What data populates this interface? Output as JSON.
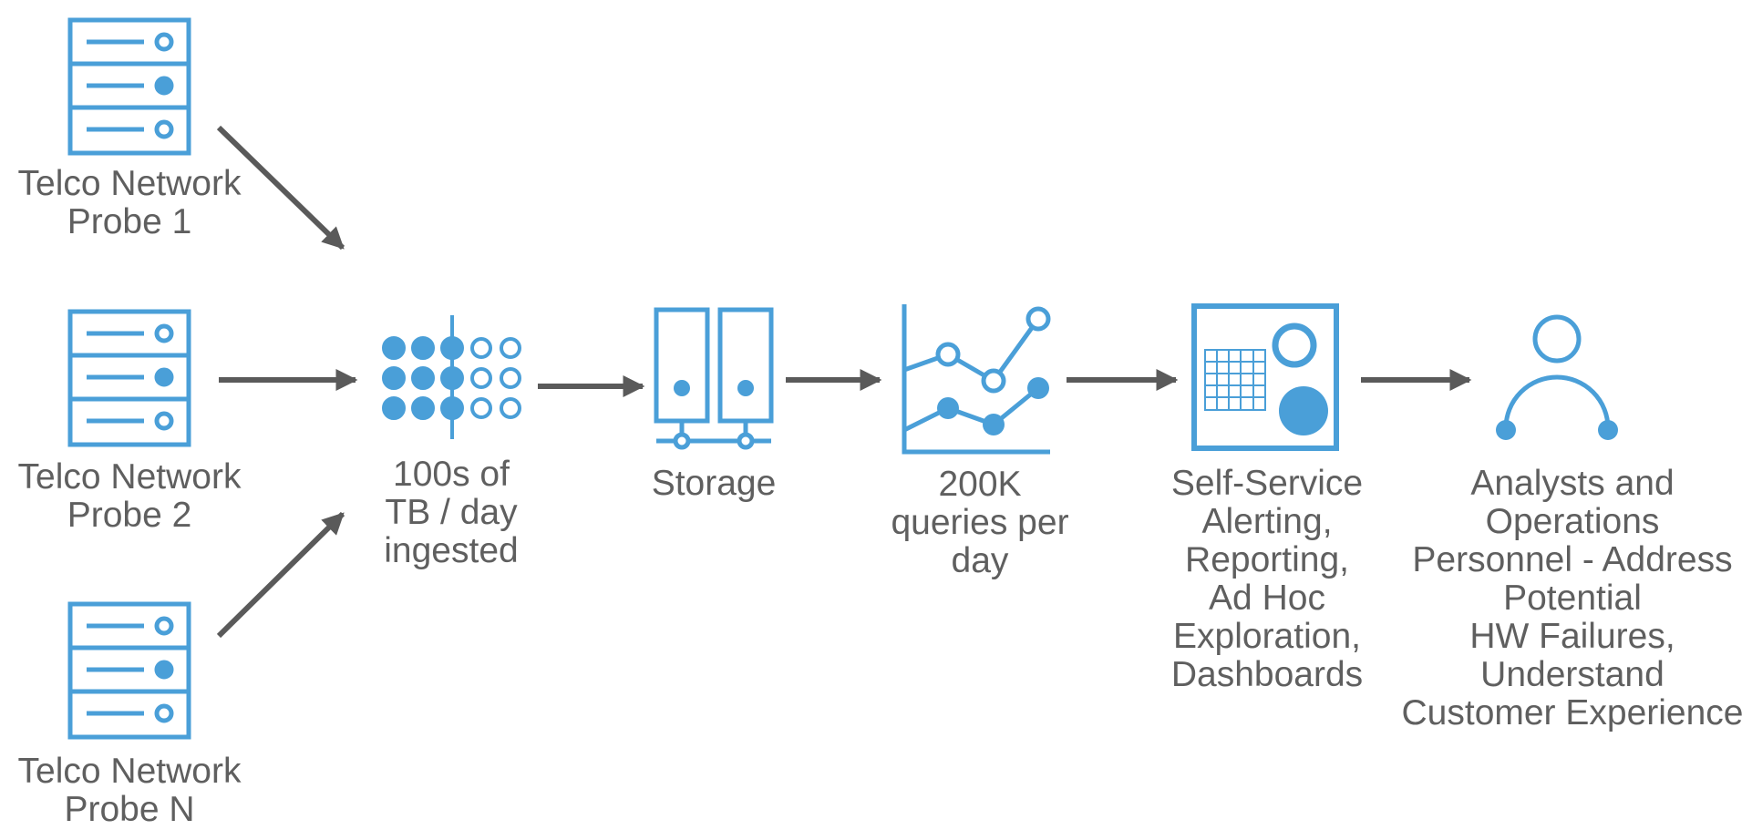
{
  "colors": {
    "icon": "#4a9fd8",
    "arrow": "#5a5a5a",
    "text": "#5f5f5f",
    "background": "#ffffff"
  },
  "nodes": {
    "probe1": {
      "icon": "server-icon",
      "lines": [
        "Telco Network",
        "Probe 1"
      ]
    },
    "probe2": {
      "icon": "server-icon",
      "lines": [
        "Telco Network",
        "Probe 2"
      ]
    },
    "probeN": {
      "icon": "server-icon",
      "lines": [
        "Telco Network",
        "Probe N"
      ]
    },
    "ingest": {
      "icon": "data-dots-icon",
      "lines": [
        "100s of",
        "TB / day",
        "ingested"
      ]
    },
    "storage": {
      "icon": "storage-icon",
      "lines": [
        "Storage"
      ]
    },
    "queries": {
      "icon": "line-chart-icon",
      "lines": [
        "200K",
        "queries per",
        "day"
      ]
    },
    "selfservice": {
      "icon": "dashboard-icon",
      "lines": [
        "Self-Service",
        "Alerting,",
        "Reporting,",
        "Ad Hoc",
        "Exploration,",
        "Dashboards"
      ]
    },
    "analysts": {
      "icon": "person-icon",
      "lines": [
        "Analysts and",
        "Operations",
        "Personnel - Address",
        "Potential",
        "HW Failures,",
        "Understand",
        "Customer Experience"
      ]
    }
  },
  "edges": [
    {
      "from": "probe1",
      "to": "ingest"
    },
    {
      "from": "probe2",
      "to": "ingest"
    },
    {
      "from": "probeN",
      "to": "ingest"
    },
    {
      "from": "ingest",
      "to": "storage"
    },
    {
      "from": "storage",
      "to": "queries"
    },
    {
      "from": "queries",
      "to": "selfservice"
    },
    {
      "from": "selfservice",
      "to": "analysts"
    }
  ]
}
